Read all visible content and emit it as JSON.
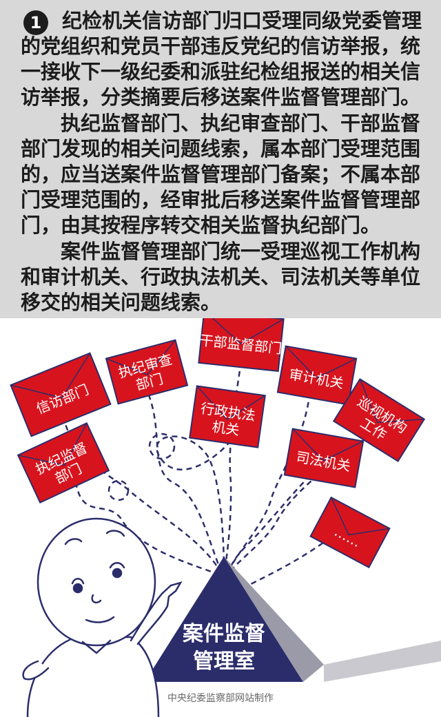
{
  "number": "1",
  "paragraphs": [
    "纪检机关信访部门归口受理同级党委管理的党组织和党员干部违反党纪的信访举报，统一接收下一级纪委和派驻纪检组报送的相关信访举报，分类摘要后移送案件监督管理部门。",
    "执纪监督部门、执纪审查部门、干部监督部门发现的相关问题线索，属本部门受理范围的，应当送案件监督管理部门备案；不属本部门受理范围的，经审批后移送案件监督管理部门，由其按程序转交相关监督执纪部门。",
    "案件监督管理部门统一受理巡视工作机构和审计机关、行政执法机关、司法机关等单位移交的相关问题线索。"
  ],
  "envelopes": {
    "xinfang": "信访部门",
    "shencha": [
      "执纪审查",
      "部门"
    ],
    "ganbu": "干部监督部门",
    "shenji": "审计机关",
    "xunshi": [
      "巡视机构",
      "工作"
    ],
    "xingzheng": [
      "行政执法",
      "机关"
    ],
    "jiandu": [
      "执纪监督",
      "部门"
    ],
    "sifa": "司法机关",
    "more": "……"
  },
  "pyramid_label": [
    "案件监督",
    "管理室"
  ],
  "credit": "中央纪委监察部网站制作",
  "colors": {
    "envelope": "#d7141e",
    "pyramid": "#2b2d6b",
    "background": "#d8d8d8"
  }
}
